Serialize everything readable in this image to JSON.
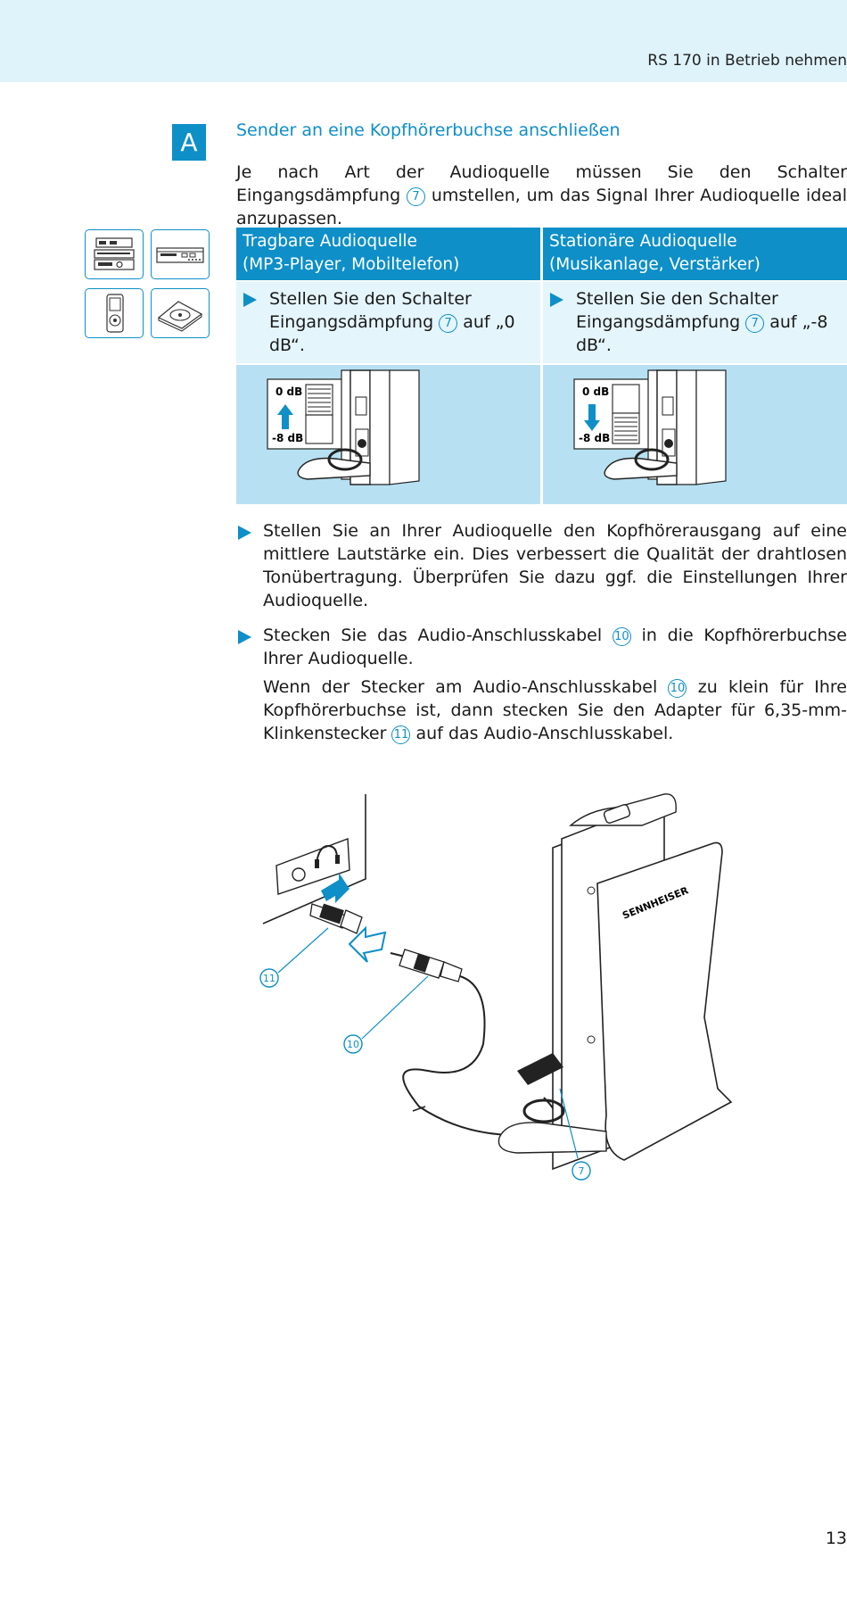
{
  "header": {
    "running_title": "RS 170 in Betrieb nehmen"
  },
  "section": {
    "letter": "A",
    "title": "Sender an eine Kopfhörerbuchse anschließen",
    "intro_part1": "Je nach Art der Audioquelle müssen Sie den Schalter Eingangsdämpfung",
    "intro_ref": "7",
    "intro_part2": "umstellen, um das Signal Ihrer Audioquelle ideal anzupassen."
  },
  "source_icons": [
    "stereo-system-icon",
    "cd-player-icon",
    "mp3-player-icon",
    "portable-cd-player-icon"
  ],
  "table": {
    "left": {
      "header_line1": "Tragbare Audioquelle",
      "header_line2": "(MP3-Player, Mobiltelefon)",
      "step_part1": "Stellen Sie den Schalter Eingangsdämpfung",
      "step_ref": "7",
      "step_part2": "auf „0 dB“.",
      "switch_top": "0 dB",
      "switch_bottom": "-8 dB",
      "switch_direction": "up"
    },
    "right": {
      "header_line1": "Stationäre Audioquelle",
      "header_line2": "(Musikanlage, Verstärker)",
      "step_part1": "Stellen Sie den Schalter Eingangsdämpfung",
      "step_ref": "7",
      "step_part2": "auf „-8 dB“.",
      "switch_top": "0 dB",
      "switch_bottom": "-8 dB",
      "switch_direction": "down"
    }
  },
  "instructions": [
    {
      "text": "Stellen Sie an Ihrer Audioquelle den Kopfhörerausgang auf eine mittlere Lautstärke ein. Dies verbessert die Qualität der drahtlosen Tonübertragung. Überprüfen Sie dazu ggf. die Einstellungen Ihrer Audioquelle."
    },
    {
      "text_part1": "Stecken Sie das Audio-Anschlusskabel",
      "ref": "10",
      "text_part2": "in die Kopfhörerbuchse Ihrer Audioquelle."
    }
  ],
  "note": {
    "part1": "Wenn der Stecker am Audio-Anschlusskabel",
    "ref1": "10",
    "part2": "zu klein für Ihre Kopfhörerbuchse ist, dann stecken Sie den Adapter für 6,35-mm-Klinkenstecker",
    "ref2": "11",
    "part3": "auf das Audio-Anschlusskabel."
  },
  "figure": {
    "callouts": [
      "11",
      "10",
      "7"
    ],
    "brand_text": "SENNHEISER",
    "accent_color": "#0e8fc8"
  },
  "page_number": "13"
}
